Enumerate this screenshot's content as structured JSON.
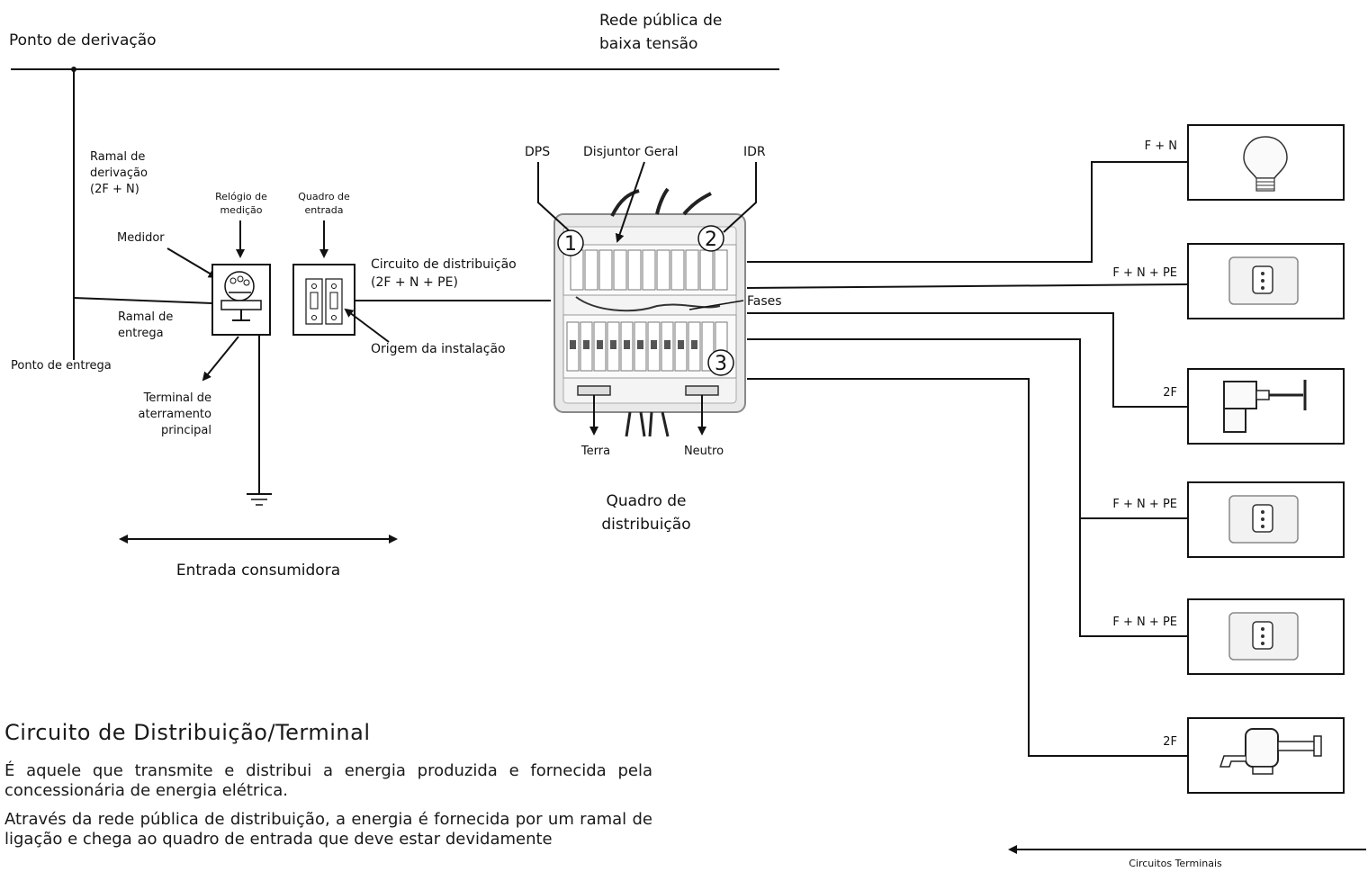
{
  "labels": {
    "ponto_derivacao": "Ponto de derivação",
    "rede_publica_1": "Rede pública de",
    "rede_publica_2": "baixa tensão",
    "ramal_derivacao_1": "Ramal de",
    "ramal_derivacao_2": "derivação",
    "ramal_derivacao_3": "(2F + N)",
    "relogio_1": "Relógio de",
    "relogio_2": "medição",
    "quadro_entrada_1": "Quadro de",
    "quadro_entrada_2": "entrada",
    "medidor": "Medidor",
    "ramal_entrega_1": "Ramal de",
    "ramal_entrega_2": "entrega",
    "ponto_entrega": "Ponto de entrega",
    "terminal_1": "Terminal de",
    "terminal_2": "aterramento",
    "terminal_3": "principal",
    "circuito_dist_1": "Circuito de distribuição",
    "circuito_dist_2": "(2F + N + PE)",
    "origem": "Origem da instalação",
    "entrada_consumidora": "Entrada consumidora",
    "dps": "DPS",
    "disjuntor": "Disjuntor Geral",
    "idr": "IDR",
    "n1": "1",
    "n2": "2",
    "n3": "3",
    "fases": "Fases",
    "terra": "Terra",
    "neutro": "Neutro",
    "quadro_dist_1": "Quadro de",
    "quadro_dist_2": "distribuição",
    "circuitos_terminais": "Circuitos Terminais"
  },
  "circuits": [
    {
      "label": "F + N",
      "device": "lamp-icon"
    },
    {
      "label": "F + N + PE",
      "device": "outlet-icon"
    },
    {
      "label": "2F",
      "device": "shower-icon"
    },
    {
      "label": "F + N + PE",
      "device": "outlet-icon"
    },
    {
      "label": "F + N + PE",
      "device": "outlet-icon"
    },
    {
      "label": "2F",
      "device": "faucet-icon"
    }
  ],
  "text": {
    "title": "Circuito de Distribuição/Terminal",
    "p1": "É aquele que transmite e distribui a energia produzida e fornecida pela concessionária de energia elétrica.",
    "p2": "Através da rede pública de distribuição, a energia é fornecida por um ramal de ligação e chega ao quadro de entrada que deve estar devidamente"
  }
}
